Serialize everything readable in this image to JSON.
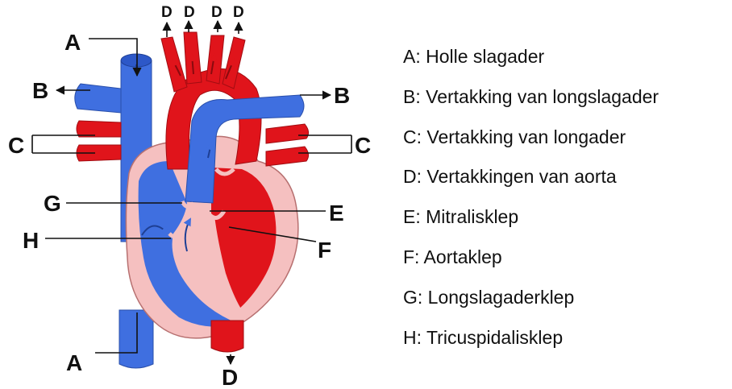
{
  "colors": {
    "blood_deoxygenated": "#3f6fe0",
    "blood_oxygenated": "#e0141b",
    "heart_wall": "#f5c0c0",
    "text": "#111111"
  },
  "diagram": {
    "callouts": {
      "A_top": "A",
      "A_bottom": "A",
      "B_left": "B",
      "B_right": "B",
      "C_left": "C",
      "C_right": "C",
      "D_top": [
        "D",
        "D",
        "D",
        "D"
      ],
      "D_bottom": "D",
      "E": "E",
      "F": "F",
      "G": "G",
      "H": "H"
    }
  },
  "legend": [
    "A: Holle slagader",
    "B: Vertakking van longslagader",
    "C: Vertakking van longader",
    "D: Vertakkingen van aorta",
    "E: Mitralisklep",
    "F: Aortaklep",
    "G: Longslagaderklep",
    "H: Tricuspidalisklep"
  ]
}
